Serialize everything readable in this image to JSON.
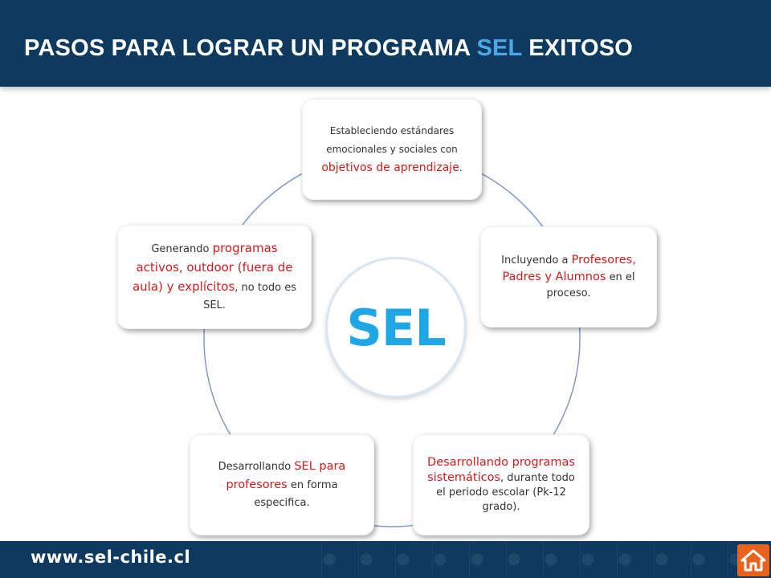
{
  "header": {
    "title_before": "PASOS PARA LOGRAR UN PROGRAMA",
    "title_highlight": "SEL",
    "title_after": "EXITOSO"
  },
  "center": {
    "label": "SEL"
  },
  "steps": {
    "top": {
      "plain1": "Estableciendo estándares emocionales y sociales con",
      "red": "objetivos  de aprendizaje",
      "plain2": "."
    },
    "right": {
      "plain1": "Incluyendo a",
      "red": "Profesores, Padres y Alumnos",
      "plain2": "en el proceso."
    },
    "left": {
      "plain1": "Generando",
      "red": "programas activos, outdoor (fuera de aula) y explícitos",
      "plain2": ", no todo es SEL."
    },
    "bottom_left": {
      "plain1": "Desarrollando",
      "red": "SEL para profesores",
      "plain2": "en forma especifica."
    },
    "bottom_right": {
      "red": "Desarrollando programas sistemáticos",
      "plain2": ", durante todo el periodo escolar (Pk-12 grado)."
    }
  },
  "footer": {
    "url": "www.sel-chile.cl",
    "home_icon": "home-icon"
  },
  "colors": {
    "header_bg": "#0f3a5f",
    "highlight": "#4aa8e8",
    "center_text": "#1ea7e4",
    "accent_red": "#d01c1c",
    "home_bg": "#e8641e"
  }
}
